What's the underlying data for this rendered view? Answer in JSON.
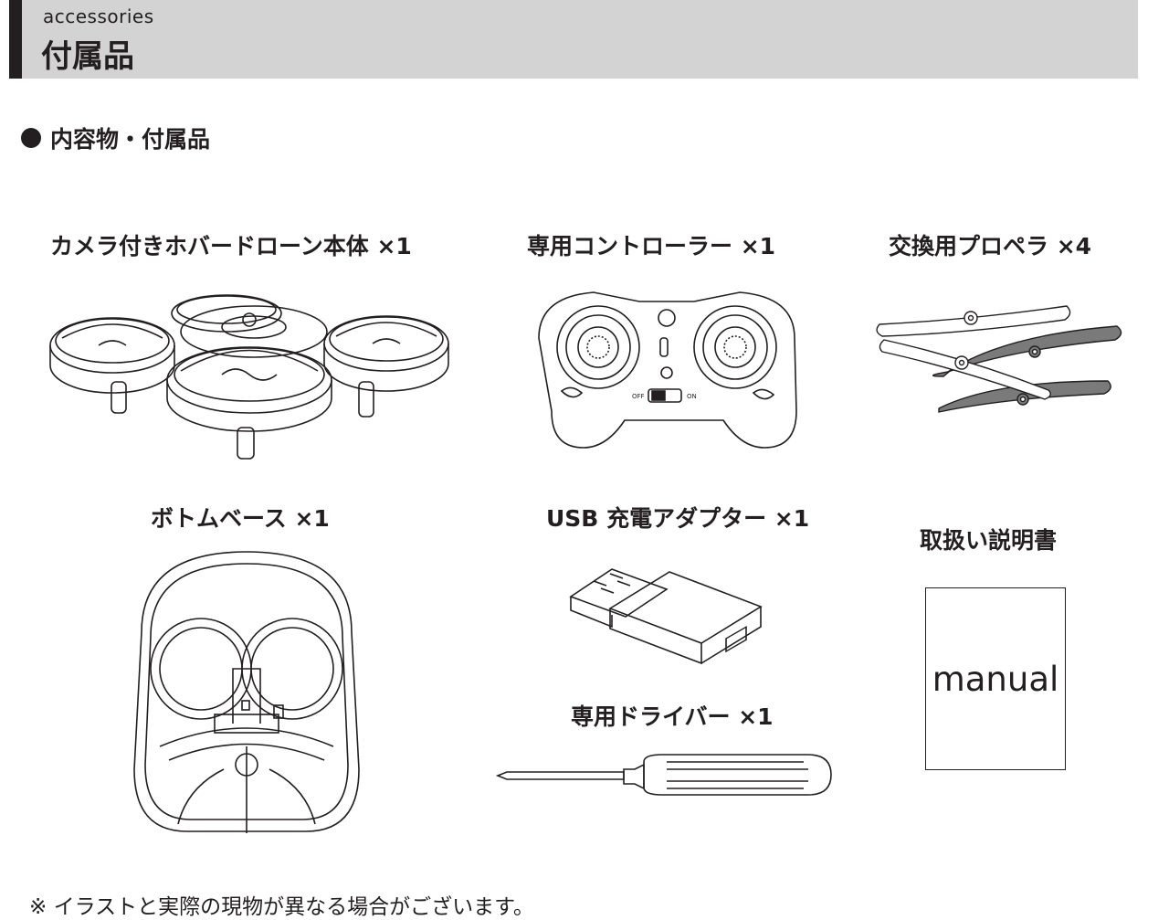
{
  "header": {
    "subtitle": "accessories",
    "title": "付属品"
  },
  "section": {
    "heading": "内容物・付属品"
  },
  "items": [
    {
      "label": "カメラ付きホバードローン本体 ×1",
      "icon": "drone-icon"
    },
    {
      "label": "専用コントローラー ×1",
      "icon": "controller-icon"
    },
    {
      "label": "交換用プロペラ ×4",
      "icon": "propellers-icon"
    },
    {
      "label": "ボトムベース ×1",
      "icon": "bottom-base-icon"
    },
    {
      "label": "USB 充電アダプター ×1",
      "icon": "usb-adapter-icon"
    },
    {
      "label": "取扱い説明書",
      "icon": "manual-icon"
    },
    {
      "label": "専用ドライバー ×1",
      "icon": "screwdriver-icon"
    }
  ],
  "controller": {
    "off": "OFF",
    "on": "ON"
  },
  "manual_cover_text": "manual",
  "footnote": "※ イラストと実際の現物が異なる場合がございます。"
}
